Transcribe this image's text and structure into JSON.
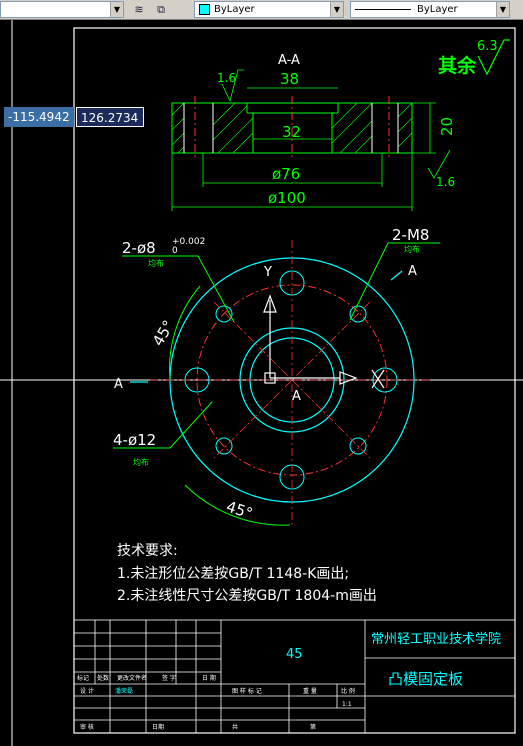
{
  "toolbar": {
    "layer_dropdown": "ByLayer",
    "linetype_dropdown": "ByLayer",
    "layer_color": "#00ffff",
    "arrow_glyph": "▼"
  },
  "coords": {
    "x": "-115.4942",
    "y": "126.2734"
  },
  "drawing": {
    "roughness_symbol": "其余",
    "roughness_value": "6.3",
    "section_label": "A-A",
    "dim_38": "38",
    "dim_32": "32",
    "dim_20": "20",
    "dim_phi76": "ø76",
    "dim_phi100": "ø100",
    "roughness_left": "1.6",
    "roughness_right": "1.6",
    "hole1_label": "2-ø8",
    "hole1_tol_upper": "+0.002",
    "hole1_tol_lower": "0",
    "hole1_sub": "均布",
    "thread_label": "2-M8",
    "thread_sub": "均布",
    "hole2_label": "4-ø12",
    "hole2_sub": "均布",
    "angle_top": "45°",
    "angle_bottom": "45°",
    "axis_y": "Y",
    "axis_x": "X",
    "center_a": "A",
    "section_a_left": "A",
    "section_a_right": "A",
    "tech_title": "技术要求:",
    "tech_1": "1.未注形位公差按GB/T 1148-K画出;",
    "tech_2": "2.未注线性尺寸公差按GB/T 1804-m画出"
  },
  "title_block": {
    "school": "常州轻工职业技术学院",
    "part_name": "凸模固定板",
    "material": "45",
    "scale": "1:1",
    "row_marks": "标记",
    "row_count": "处数",
    "row_file": "更改文件名",
    "row_sign": "签 字",
    "row_date": "日 期",
    "designer": "设 计",
    "designer_name": "潘荣磊",
    "stage_mark": "图 样 标 记",
    "weight": "重 量",
    "ratio": "比 例",
    "review": "审 核",
    "total": "共",
    "sheet": "第",
    "date_label": "日期"
  }
}
